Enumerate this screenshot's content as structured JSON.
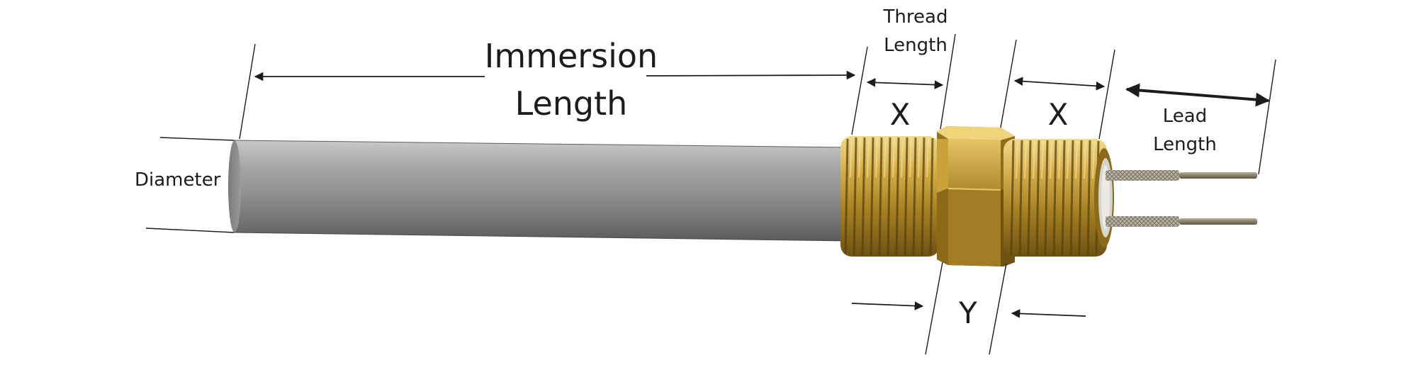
{
  "diagram": {
    "labels": {
      "immersion_line1": "Immersion",
      "immersion_line2": "Length",
      "thread_line1": "Thread",
      "thread_line2": "Length",
      "x_left": "X",
      "x_right": "X",
      "lead_line1": "Lead",
      "lead_line2": "Length",
      "diameter": "Diameter",
      "y": "Y"
    },
    "colors": {
      "background": "#ffffff",
      "sheath": "#8e8e8e",
      "brass": "#b8912e",
      "lead_wire": "#8a7f6c",
      "dimension_line": "#1c1c1c"
    }
  }
}
